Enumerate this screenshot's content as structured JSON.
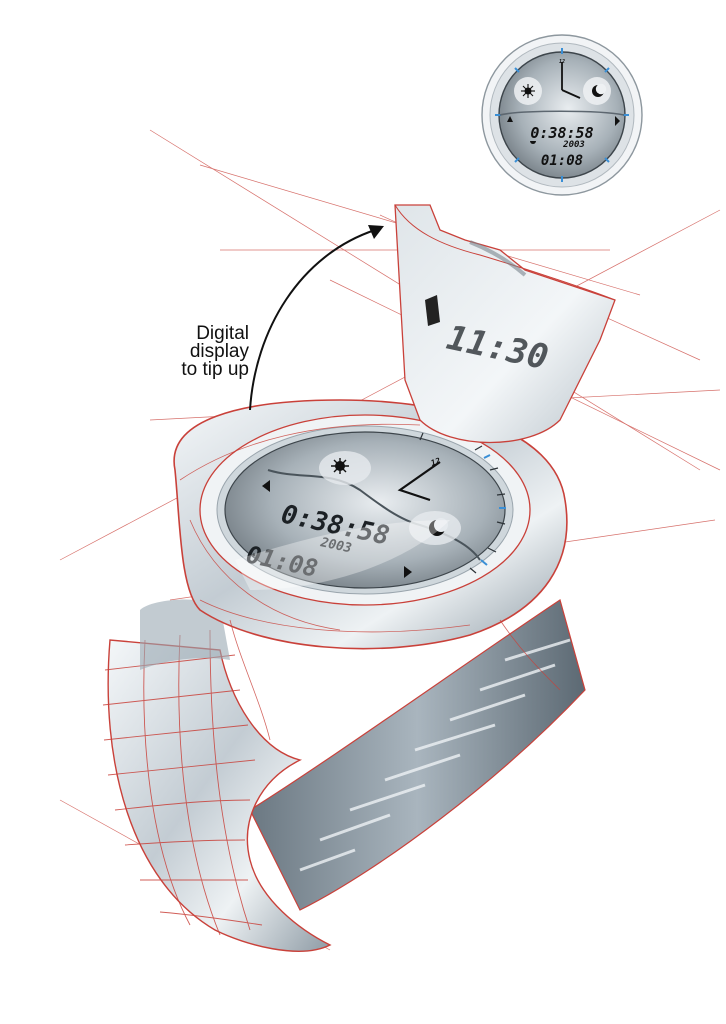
{
  "callout": {
    "lines": [
      "Digital",
      "display",
      "to tip up"
    ]
  },
  "inset_watch": {
    "time": "0:38:58",
    "year": "2003",
    "counter": "01:08",
    "hour_marker": "12",
    "left_subdial_icon": "sun-icon",
    "right_subdial_icon": "moon-icon"
  },
  "main_watch": {
    "time": "0:38:58",
    "year": "2003",
    "counter": "01:08",
    "hour_marker": "12",
    "left_subdial_icon": "sun-icon",
    "right_subdial_icon": "moon-icon"
  },
  "flip_panel": {
    "time_digits": "11:30"
  },
  "colors": {
    "sketch_line": "#c9413a",
    "steel_light": "#eef2f5",
    "steel_mid": "#a9b6c0",
    "steel_dark": "#5f6d78",
    "tick_accent": "#3a8fd6"
  }
}
